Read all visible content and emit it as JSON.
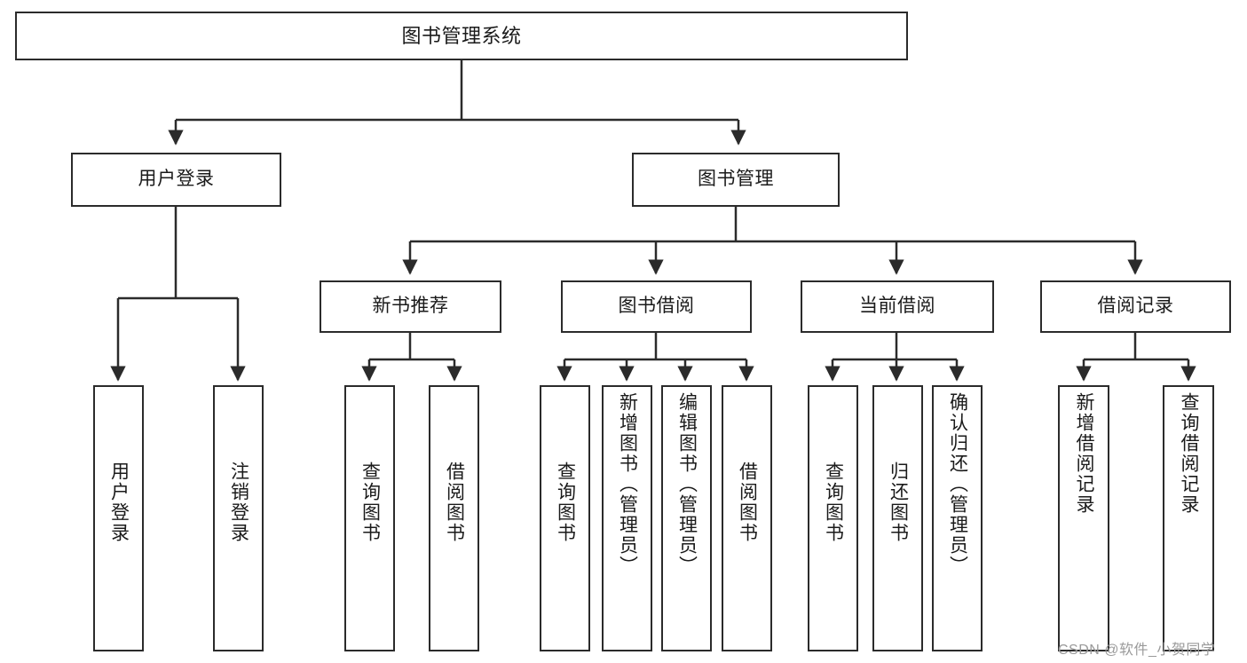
{
  "diagram": {
    "title": "图书管理系统",
    "type": "hierarchy-tree",
    "root": {
      "id": "root",
      "label": "图书管理系统"
    },
    "level1": [
      {
        "id": "user-login",
        "label": "用户登录"
      },
      {
        "id": "book-manage",
        "label": "图书管理"
      }
    ],
    "level2": [
      {
        "id": "new-book-rec",
        "label": "新书推荐",
        "parent": "book-manage"
      },
      {
        "id": "book-borrow",
        "label": "图书借阅",
        "parent": "book-manage"
      },
      {
        "id": "current-borrow",
        "label": "当前借阅",
        "parent": "book-manage"
      },
      {
        "id": "borrow-record",
        "label": "借阅记录",
        "parent": "book-manage"
      }
    ],
    "leaves": [
      {
        "id": "leaf-user-login",
        "label": "用户登录",
        "parent": "user-login"
      },
      {
        "id": "leaf-logout",
        "label": "注销登录",
        "parent": "user-login"
      },
      {
        "id": "leaf-query-book-1",
        "label": "查询图书",
        "parent": "new-book-rec"
      },
      {
        "id": "leaf-borrow-book-1",
        "label": "借阅图书",
        "parent": "new-book-rec"
      },
      {
        "id": "leaf-query-book-2",
        "label": "查询图书",
        "parent": "book-borrow"
      },
      {
        "id": "leaf-add-book",
        "label": "新增图书（管理员）",
        "parent": "book-borrow"
      },
      {
        "id": "leaf-edit-book",
        "label": "编辑图书（管理员）",
        "parent": "book-borrow"
      },
      {
        "id": "leaf-borrow-book-2",
        "label": "借阅图书",
        "parent": "book-borrow"
      },
      {
        "id": "leaf-query-book-3",
        "label": "查询图书",
        "parent": "current-borrow"
      },
      {
        "id": "leaf-return-book",
        "label": "归还图书",
        "parent": "current-borrow"
      },
      {
        "id": "leaf-confirm-return",
        "label": "确认归还（管理员）",
        "parent": "current-borrow"
      },
      {
        "id": "leaf-add-record",
        "label": "新增借阅记录",
        "parent": "borrow-record"
      },
      {
        "id": "leaf-query-record",
        "label": "查询借阅记录",
        "parent": "borrow-record"
      }
    ]
  },
  "watermark": {
    "text": "CSDN @软件_小贺同学"
  },
  "colors": {
    "stroke": "#2b2b2b",
    "fill": "#ffffff",
    "text": "#1a1a1a",
    "watermark": "#9a9a9a"
  }
}
